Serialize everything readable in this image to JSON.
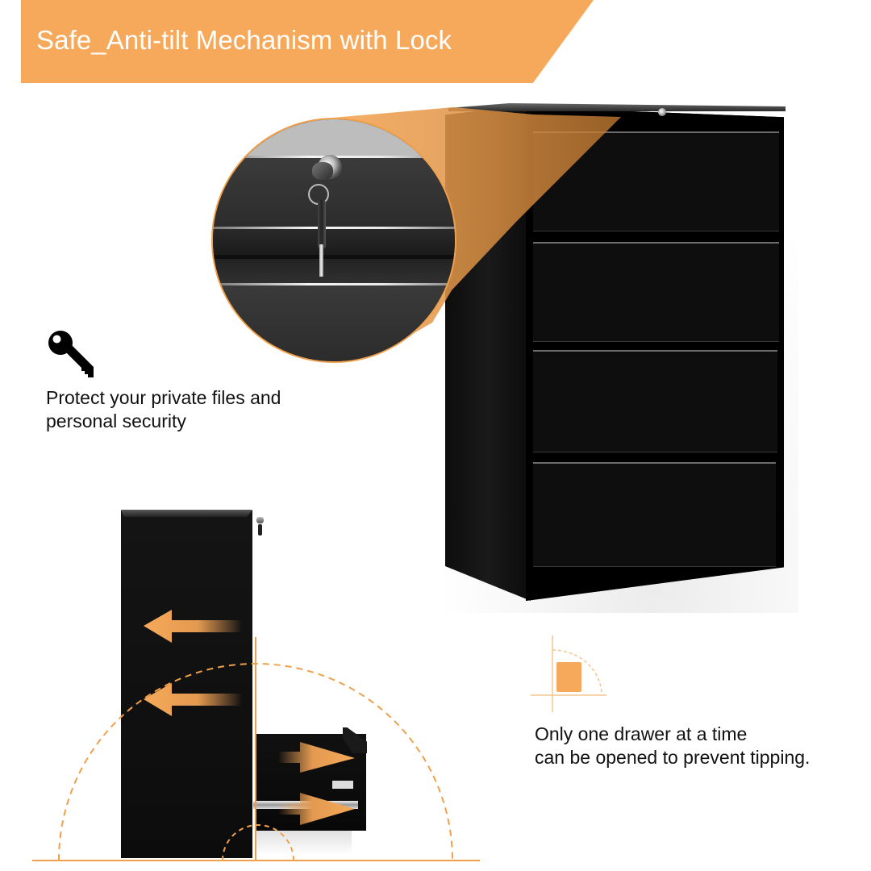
{
  "banner": {
    "title": "Safe_Anti-tilt Mechanism with Lock",
    "color": "#f6a95a"
  },
  "feature_lock": {
    "icon": "key-icon",
    "text_line1": "Protect your private files and",
    "text_line2": "personal security"
  },
  "feature_antitilt": {
    "icon": "anti-tip-quarter-arc-icon",
    "text_line1": "Only one drawer at a time",
    "text_line2": "can be opened to prevent tipping."
  },
  "product": {
    "name": "4-drawer lateral file cabinet",
    "color": "black",
    "drawer_count": 4
  },
  "colors": {
    "accent_orange": "#f6a95a",
    "cabinet_black": "#0a0a0a",
    "text": "#111111"
  }
}
